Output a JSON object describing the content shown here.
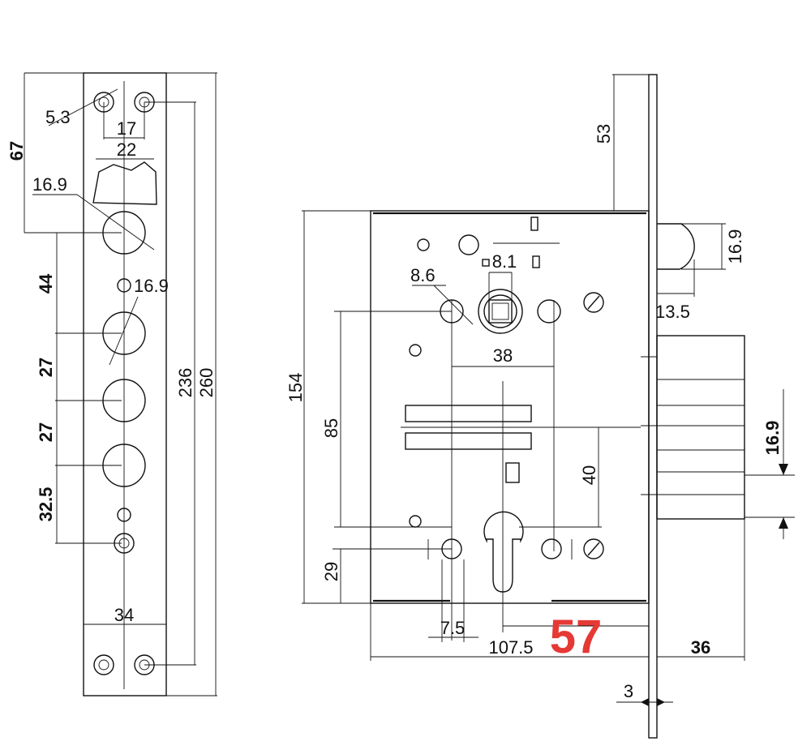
{
  "colors": {
    "line": "#111111",
    "highlight": "#e53935"
  },
  "strike_plate": {
    "dims": {
      "d_67": "67",
      "d_5_3": "5.3",
      "d_17": "17",
      "d_22": "22",
      "d_16_9_a": "16.9",
      "d_44": "44",
      "d_16_9_b": "16.9",
      "d_27_a": "27",
      "d_27_b": "27",
      "d_32_5": "32.5",
      "d_236": "236",
      "d_260": "260",
      "d_34": "34"
    }
  },
  "lock_body": {
    "dims": {
      "d_53": "53",
      "d_16_9_latch": "16.9",
      "d_13_5": "13.5",
      "d_8_1": "8.1",
      "d_8_6": "8.6",
      "d_38": "38",
      "d_154": "154",
      "d_85": "85",
      "d_40": "40",
      "d_16_9_bolt": "16.9",
      "d_29": "29",
      "d_7_5": "7.5",
      "d_107_5": "107.5",
      "d_57": "57",
      "d_36": "36",
      "d_3": "3"
    }
  }
}
